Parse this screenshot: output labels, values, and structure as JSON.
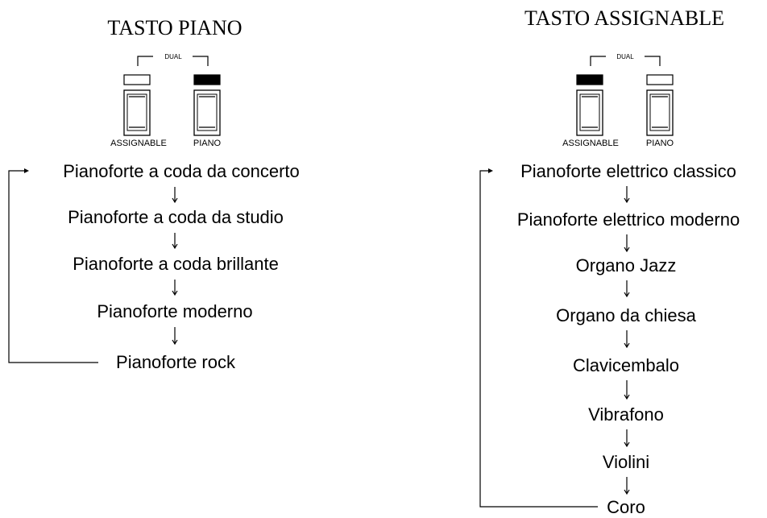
{
  "panels": [
    {
      "title": "TASTO PIANO",
      "dual_label": "DUAL",
      "buttons": [
        "ASSIGNABLE",
        "PIANO"
      ],
      "active_button": "PIANO",
      "items": [
        "Pianoforte a coda da concerto",
        "Pianoforte a coda da studio",
        "Pianoforte a coda brillante",
        "Pianoforte moderno",
        "Pianoforte rock"
      ]
    },
    {
      "title": "TASTO ASSIGNABLE",
      "dual_label": "DUAL",
      "buttons": [
        "ASSIGNABLE",
        "PIANO"
      ],
      "active_button": "ASSIGNABLE",
      "items": [
        "Pianoforte elettrico classico",
        "Pianoforte elettrico moderno",
        "Organo Jazz",
        "Organo da chiesa",
        "Clavicembalo",
        "Vibrafono",
        "Violini",
        "Coro"
      ]
    }
  ]
}
